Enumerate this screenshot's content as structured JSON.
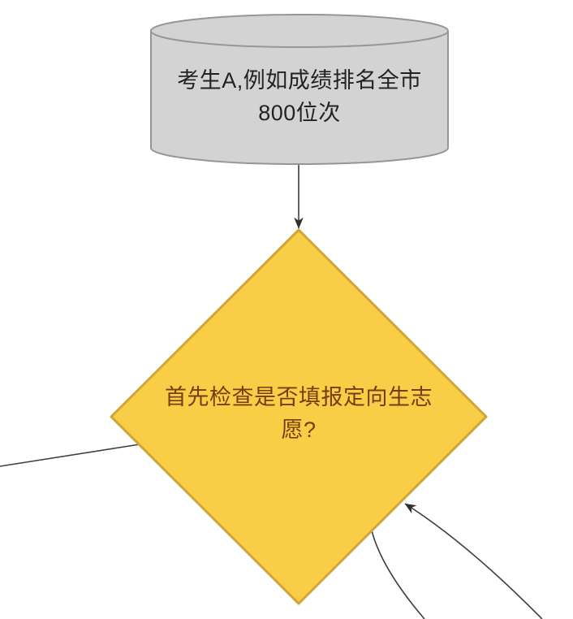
{
  "cylinder": {
    "shape": "database-cylinder",
    "lines": [
      "考生A,例如成绩排名全市",
      "800位次"
    ],
    "full_text": "考生A,例如成绩排名全市 800位次"
  },
  "decision": {
    "shape": "diamond",
    "lines": [
      "首先检查是否填报定向生志",
      "愿?"
    ],
    "full_text": "首先检查是否填报定向生志愿?"
  },
  "connectors": {
    "cylinder_to_decision": "arrow-down",
    "decision_left_exit": "line-to-lower-left",
    "incoming_lower_right": "arrow-into-diamond-edge",
    "decision_lower_right_exit": "line-to-bottom"
  },
  "colors": {
    "background": "#ffffff",
    "cylinder_fill": "#d3d3d3",
    "cylinder_stroke": "#969696",
    "cylinder_text": "#222222",
    "diamond_fill": "#f7ce46",
    "diamond_stroke": "#d2a53c",
    "diamond_text": "#7b3b10",
    "connector": "#3f3f3f",
    "arrowhead": "#2f2f2f"
  }
}
